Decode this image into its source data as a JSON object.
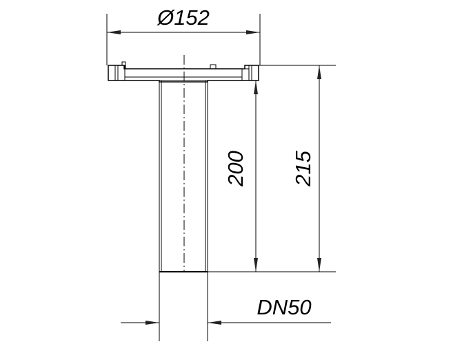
{
  "drawing": {
    "diameter_label": "Ø152",
    "height_inner_label": "200",
    "height_total_label": "215",
    "nominal_size_label": "DN50"
  },
  "colors": {
    "line": "#000000",
    "background": "#ffffff"
  }
}
